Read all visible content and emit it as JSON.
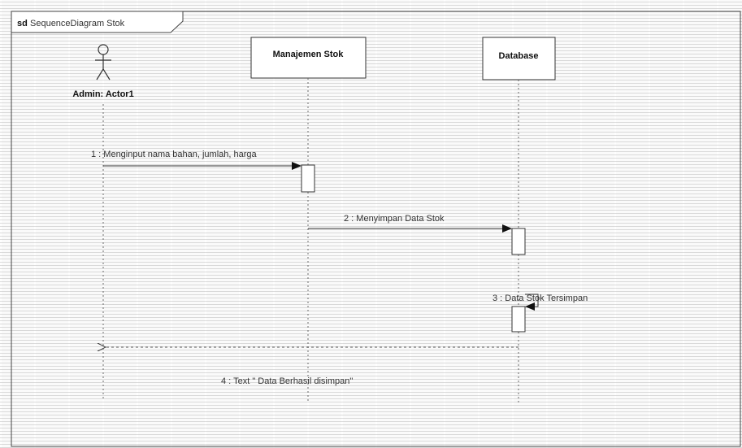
{
  "frame": {
    "keyword": "sd",
    "name": "SequenceDiagram Stok"
  },
  "actor": {
    "label": "Admin: Actor1"
  },
  "lifelines": [
    {
      "name": "Manajemen Stok"
    },
    {
      "name": "Database"
    }
  ],
  "messages": [
    {
      "label": "1 : Menginput nama bahan, jumlah, harga"
    },
    {
      "label": "2 : Menyimpan Data Stok"
    },
    {
      "label": "3 : Data Stok Tersimpan"
    },
    {
      "label": "4 : Text \" Data Berhasil disimpan\""
    }
  ],
  "colors": {
    "line": "#333333",
    "box_fill": "#ffffff",
    "lifeline": "#666666"
  }
}
